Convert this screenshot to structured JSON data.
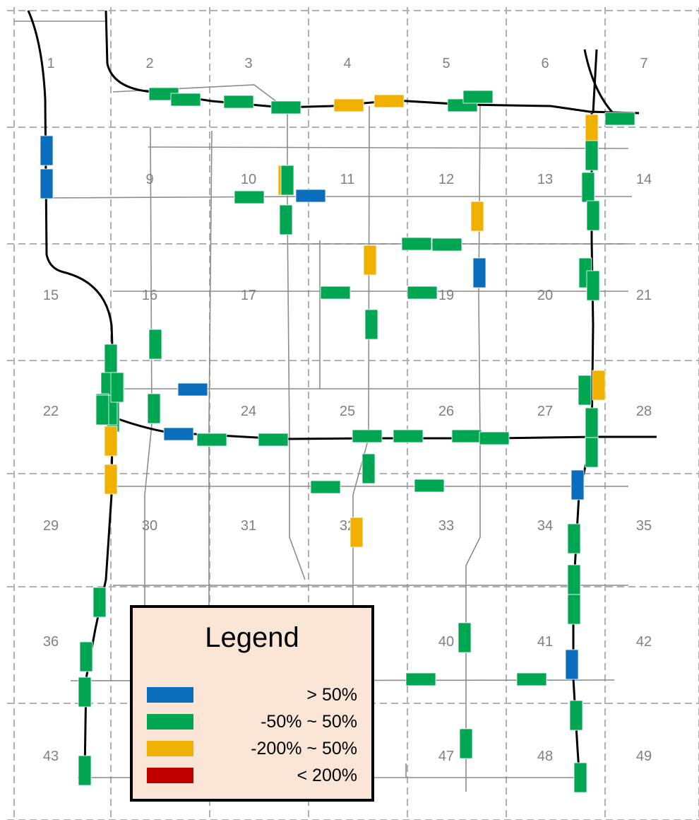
{
  "colors": {
    "increase_high": "#0a6ebd",
    "stable": "#00a651",
    "decrease": "#f0b000",
    "decrease_high": "#c00000",
    "zone_grid": "#b0b0b0",
    "road": "#8c8c8c",
    "freeway": "#000000",
    "legend_bg": "#fbe5d6"
  },
  "zones": [
    "1",
    "2",
    "3",
    "4",
    "5",
    "6",
    "7",
    "9",
    "10",
    "11",
    "12",
    "13",
    "14",
    "15",
    "16",
    "17",
    "19",
    "20",
    "21",
    "22",
    "24",
    "25",
    "26",
    "27",
    "28",
    "29",
    "30",
    "31",
    "32",
    "33",
    "34",
    "35",
    "36",
    "40",
    "41",
    "42",
    "43",
    "47",
    "48",
    "49"
  ],
  "legend": {
    "title": "Legend",
    "items": [
      {
        "label": "> 50%",
        "category": "increase_high"
      },
      {
        "label": "-50% ~ 50%",
        "category": "stable"
      },
      {
        "label": "-200% ~ 50%",
        "category": "decrease"
      },
      {
        "label": "< 200%",
        "category": "decrease_high"
      }
    ]
  },
  "links": [
    {
      "id": "l1",
      "category": "stable"
    },
    {
      "id": "l2",
      "category": "stable"
    },
    {
      "id": "l3",
      "category": "stable"
    },
    {
      "id": "l4",
      "category": "stable"
    },
    {
      "id": "l5",
      "category": "decrease"
    },
    {
      "id": "l6",
      "category": "decrease"
    },
    {
      "id": "l7",
      "category": "stable"
    },
    {
      "id": "l8",
      "category": "stable"
    },
    {
      "id": "l9",
      "category": "stable"
    },
    {
      "id": "l10",
      "category": "decrease"
    },
    {
      "id": "l11",
      "category": "stable"
    },
    {
      "id": "l12",
      "category": "increase_high"
    },
    {
      "id": "l13",
      "category": "increase_high"
    },
    {
      "id": "l14",
      "category": "stable"
    },
    {
      "id": "l15",
      "category": "decrease"
    },
    {
      "id": "l16",
      "category": "increase_high"
    },
    {
      "id": "l17",
      "category": "stable"
    },
    {
      "id": "l18",
      "category": "stable"
    },
    {
      "id": "l19",
      "category": "stable"
    },
    {
      "id": "l20",
      "category": "decrease"
    },
    {
      "id": "l21",
      "category": "stable"
    },
    {
      "id": "l22",
      "category": "decrease"
    },
    {
      "id": "l23",
      "category": "stable"
    },
    {
      "id": "l24",
      "category": "increase_high"
    },
    {
      "id": "l25",
      "category": "stable"
    },
    {
      "id": "l26",
      "category": "stable"
    },
    {
      "id": "l27",
      "category": "stable"
    },
    {
      "id": "l28",
      "category": "stable"
    },
    {
      "id": "l29",
      "category": "stable"
    },
    {
      "id": "l30",
      "category": "stable"
    },
    {
      "id": "l31",
      "category": "stable"
    },
    {
      "id": "l32",
      "category": "stable"
    },
    {
      "id": "l33",
      "category": "stable"
    },
    {
      "id": "l34",
      "category": "stable"
    },
    {
      "id": "l35",
      "category": "stable"
    },
    {
      "id": "l36",
      "category": "increase_high"
    },
    {
      "id": "l37",
      "category": "stable"
    },
    {
      "id": "l38",
      "category": "increase_high"
    },
    {
      "id": "l39",
      "category": "stable"
    },
    {
      "id": "l40",
      "category": "stable"
    },
    {
      "id": "l41",
      "category": "stable"
    },
    {
      "id": "l42",
      "category": "stable"
    },
    {
      "id": "l43",
      "category": "stable"
    },
    {
      "id": "l44",
      "category": "stable"
    },
    {
      "id": "l45",
      "category": "stable"
    },
    {
      "id": "l46",
      "category": "stable"
    },
    {
      "id": "l47",
      "category": "decrease"
    },
    {
      "id": "l48",
      "category": "stable"
    },
    {
      "id": "l49",
      "category": "decrease"
    },
    {
      "id": "l50",
      "category": "decrease"
    },
    {
      "id": "l51",
      "category": "stable"
    },
    {
      "id": "l52",
      "category": "stable"
    },
    {
      "id": "l53",
      "category": "stable"
    },
    {
      "id": "l54",
      "category": "increase_high"
    },
    {
      "id": "l55",
      "category": "decrease"
    },
    {
      "id": "l56",
      "category": "stable"
    },
    {
      "id": "l57",
      "category": "stable"
    },
    {
      "id": "l58",
      "category": "stable"
    },
    {
      "id": "l59",
      "category": "stable"
    },
    {
      "id": "l60",
      "category": "stable"
    },
    {
      "id": "l61",
      "category": "stable"
    },
    {
      "id": "l62",
      "category": "stable"
    },
    {
      "id": "l63",
      "category": "stable"
    },
    {
      "id": "l64",
      "category": "stable"
    },
    {
      "id": "l65",
      "category": "increase_high"
    },
    {
      "id": "l66",
      "category": "stable"
    },
    {
      "id": "l67",
      "category": "stable"
    },
    {
      "id": "l68",
      "category": "stable"
    },
    {
      "id": "l69",
      "category": "stable"
    },
    {
      "id": "l70",
      "category": "stable"
    },
    {
      "id": "l71",
      "category": "stable"
    },
    {
      "id": "l72",
      "category": "stable"
    },
    {
      "id": "l73",
      "category": "stable"
    },
    {
      "id": "l74",
      "category": "stable"
    }
  ]
}
